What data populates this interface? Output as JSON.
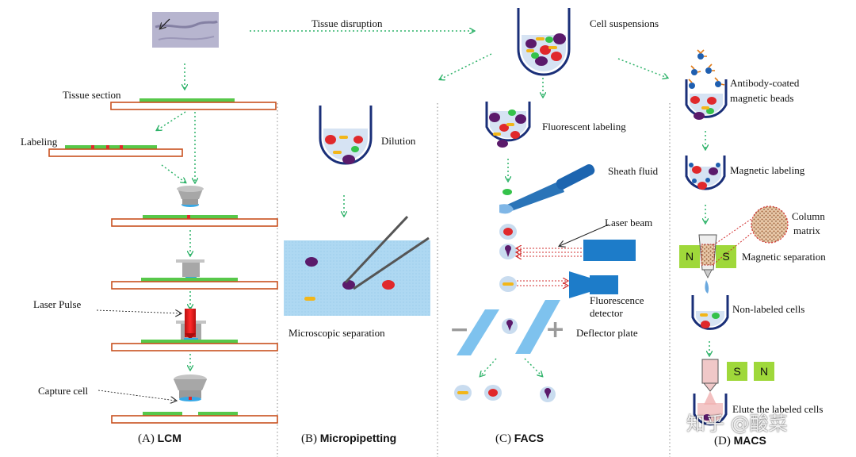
{
  "top": {
    "tissue_disruption": "Tissue disruption",
    "cell_suspensions": "Cell suspensions"
  },
  "lcm": {
    "tissue_section": "Tissue section",
    "labeling": "Labeling",
    "laser_pulse": "Laser Pulse",
    "capture_cell": "Capture cell",
    "caption_letter": "(A)",
    "caption_name": "LCM"
  },
  "micropipetting": {
    "dilution": "Dilution",
    "microscopic_separation": "Microscopic separation",
    "caption_letter": "(B)",
    "caption_name": "Micropipetting"
  },
  "facs": {
    "fluorescent_labeling": "Fluorescent  labeling",
    "sheath_fluid": "Sheath fluid",
    "laser_beam": "Laser beam",
    "fluorescence": "Fluorescence",
    "detector": "detector",
    "deflector_plate": "Deflector plate",
    "minus_sign": "−",
    "plus_sign": "+",
    "caption_letter": "(C)",
    "caption_name": "FACS"
  },
  "macs": {
    "beads_line1": "Antibody-coated",
    "beads_line2": "magnetic beads",
    "magnetic_labeling": "Magnetic labeling",
    "column_line1": "Column",
    "column_line2": "matrix",
    "magnetic_separation": "Magnetic separation",
    "non_labeled": "Non-labeled cells",
    "elute": "Elute the labeled cells",
    "magnet_n": "N",
    "magnet_s": "S",
    "caption_letter": "(D)",
    "caption_name": "MACS"
  },
  "watermark": "知乎 @酸菜",
  "colors": {
    "arrow_green": "#2fb36a",
    "membrane_green": "#57c84a",
    "slide_orange": "#c8501e",
    "cell_purple": "#5b1a6b",
    "cell_red": "#e0282b",
    "cell_green": "#35c24a",
    "cell_yellow": "#f2b619",
    "fluid_blue": "#cfe0f5",
    "device_blue": "#1878c8",
    "magnet_green": "#9fd83a"
  }
}
